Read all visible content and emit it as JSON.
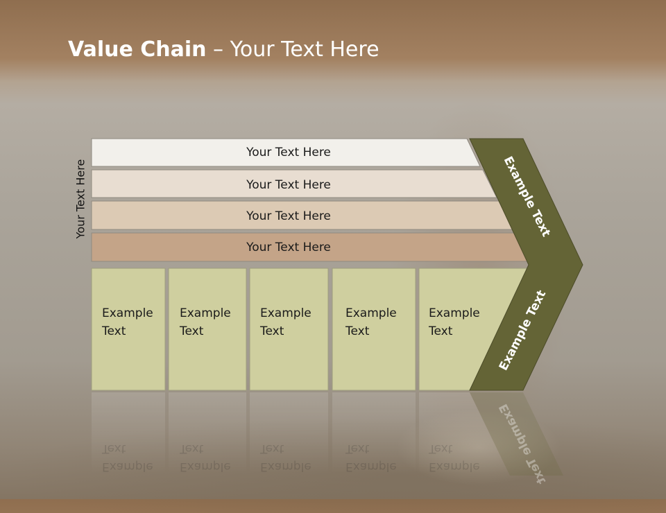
{
  "slide": {
    "title_bold": "Value Chain",
    "title_rest": " – Your Text Here",
    "side_label": "Your Text Here"
  },
  "rows": [
    {
      "label": "Your Text Here",
      "color": "#f2f0eb"
    },
    {
      "label": "Your Text Here",
      "color": "#e8ddd1"
    },
    {
      "label": "Your Text Here",
      "color": "#dccab4"
    },
    {
      "label": "Your Text Here",
      "color": "#c4a488"
    }
  ],
  "cells": [
    {
      "line1": "Example",
      "line2": "Text"
    },
    {
      "line1": "Example",
      "line2": "Text"
    },
    {
      "line1": "Example",
      "line2": "Text"
    },
    {
      "line1": "Example",
      "line2": "Text"
    },
    {
      "line1": "Example",
      "line2": "Text"
    }
  ],
  "chevron": {
    "upper_label": "Example Text",
    "lower_label": "Example Text",
    "color": "#646436"
  },
  "colors": {
    "cell_fill": "#cfcf9f",
    "cell_border": "#9e9e7d"
  }
}
